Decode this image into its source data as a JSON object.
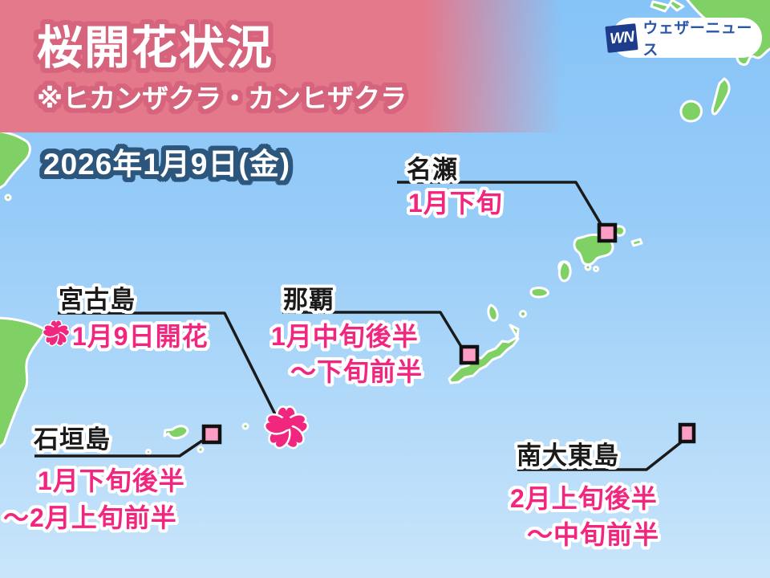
{
  "header": {
    "title": "桜開花状況",
    "subtitle": "※ヒカンザクラ・カンヒザクラ"
  },
  "logo": {
    "mark": "WN",
    "name": "ウェザーニュース"
  },
  "date": "2026年1月9日(金)",
  "colors": {
    "banner_pink": "#e5798c",
    "accent_pink": "#f0267f",
    "island_green": "#7fd165",
    "sea_top": "#86c3f7",
    "sea_bottom": "#c9e5fa",
    "marker_pink": "#fb9dc4",
    "line_black": "#1a1a1a",
    "logo_navy": "#1d3d8c",
    "logo_blue": "#2b55a8",
    "date_outline_navy": "#2d567d"
  },
  "icons": {
    "bloom": "sakura-flower-icon",
    "marker": "location-square-marker"
  },
  "locations": [
    {
      "name": "名瀬",
      "lines": [
        "1月下旬"
      ]
    },
    {
      "name": "那覇",
      "lines": [
        "1月中旬後半",
        "〜下旬前半"
      ]
    },
    {
      "name": "宮古島",
      "lines": [
        "1月9日開花"
      ],
      "bloomed": true
    },
    {
      "name": "石垣島",
      "lines": [
        "1月下旬後半",
        "〜2月上旬前半"
      ]
    },
    {
      "name": "南大東島",
      "lines": [
        "2月上旬後半",
        "〜中旬前半"
      ]
    }
  ]
}
